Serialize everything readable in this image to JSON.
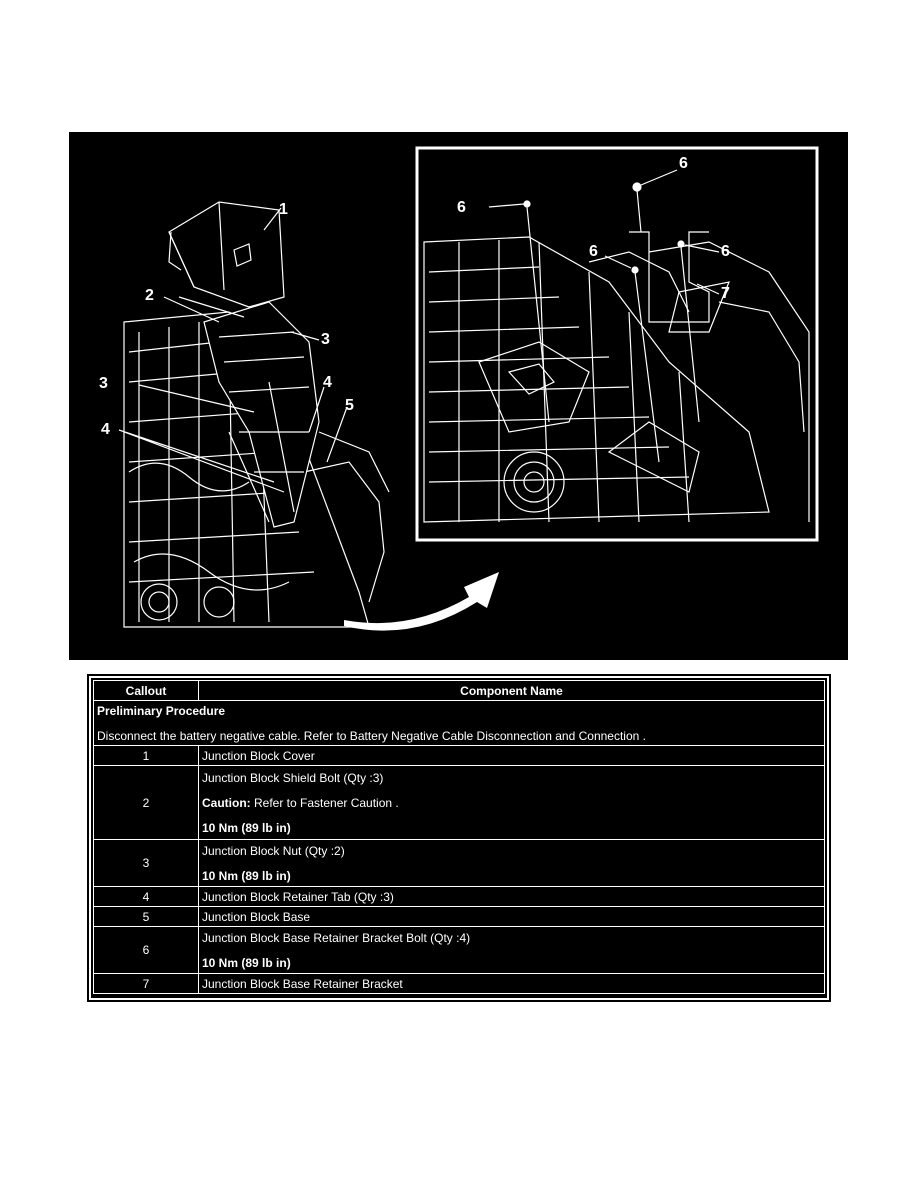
{
  "figure": {
    "labels": {
      "l1": "1",
      "l2": "2",
      "l3a": "3",
      "l3b": "3",
      "l4a": "4",
      "l4b": "4",
      "l5": "5",
      "l6a": "6",
      "l6b": "6",
      "l6c": "6",
      "l6d": "6",
      "l7": "7"
    }
  },
  "table": {
    "headers": {
      "callout": "Callout",
      "component": "Component Name"
    },
    "preliminary": {
      "title": "Preliminary Procedure",
      "text": "Disconnect the battery negative cable. Refer to Battery Negative Cable Disconnection and Connection ."
    },
    "rows": [
      {
        "callout": "1",
        "name": "Junction Block Cover"
      },
      {
        "callout": "2",
        "name": "Junction Block Shield Bolt (Qty :3)",
        "caution_label": "Caution:",
        "caution_text": " Refer to Fastener Caution .",
        "torque": "10 Nm (89 lb in)"
      },
      {
        "callout": "3",
        "name": "Junction Block Nut (Qty :2)",
        "torque": "10 Nm (89 lb in)"
      },
      {
        "callout": "4",
        "name": "Junction Block Retainer Tab (Qty :3)"
      },
      {
        "callout": "5",
        "name": "Junction Block Base"
      },
      {
        "callout": "6",
        "name": "Junction Block Base Retainer Bracket Bolt (Qty :4)",
        "torque": "10 Nm (89 lb in)"
      },
      {
        "callout": "7",
        "name": "Junction Block Base Retainer Bracket"
      }
    ]
  }
}
